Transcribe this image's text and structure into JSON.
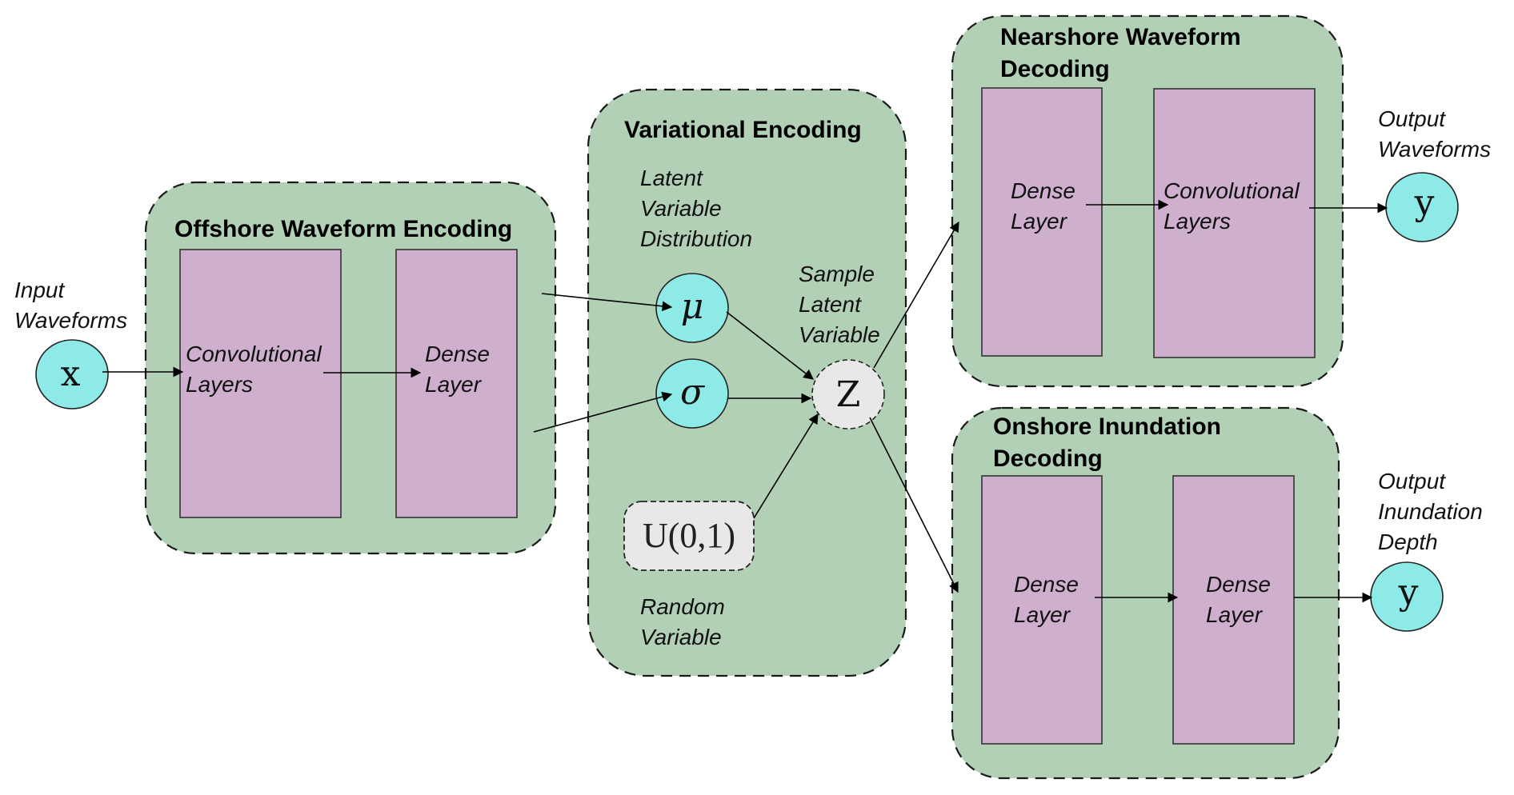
{
  "diagram": {
    "input": {
      "label_lines": [
        "Input",
        "Waveforms"
      ],
      "symbol": "x"
    },
    "offshore_encoding": {
      "title": "Offshore Waveform Encoding",
      "layers": [
        {
          "lines": [
            "Convolutional",
            "Layers"
          ]
        },
        {
          "lines": [
            "Dense",
            "Layer"
          ]
        }
      ]
    },
    "variational_encoding": {
      "title": "Variational Encoding",
      "distribution_label_lines": [
        "Latent",
        "Variable",
        "Distribution"
      ],
      "mu_symbol": "μ",
      "sigma_symbol": "σ",
      "sample_label_lines": [
        "Sample",
        "Latent",
        "Variable"
      ],
      "z_symbol": "Z",
      "random_symbol": "U(0,1)",
      "random_label_lines": [
        "Random",
        "Variable"
      ]
    },
    "nearshore_decoding": {
      "title_lines": [
        "Nearshore Waveform",
        "Decoding"
      ],
      "layers": [
        {
          "lines": [
            "Dense",
            "Layer"
          ]
        },
        {
          "lines": [
            "Convolutional",
            "Layers"
          ]
        }
      ]
    },
    "onshore_decoding": {
      "title_lines": [
        "Onshore Inundation",
        "Decoding"
      ],
      "layers": [
        {
          "lines": [
            "Dense",
            "Layer"
          ]
        },
        {
          "lines": [
            "Dense",
            "Layer"
          ]
        }
      ]
    },
    "output_waveforms": {
      "label_lines": [
        "Output",
        "Waveforms"
      ],
      "symbol": "y"
    },
    "output_inundation": {
      "label_lines": [
        "Output",
        "Inundation",
        "Depth"
      ],
      "symbol": "y"
    },
    "colors": {
      "group_fill": "#b1d0b5",
      "layer_fill": "#ceafcd",
      "io_node_fill": "#8eeae6",
      "latent_node_fill": "#e8e8e8"
    }
  }
}
